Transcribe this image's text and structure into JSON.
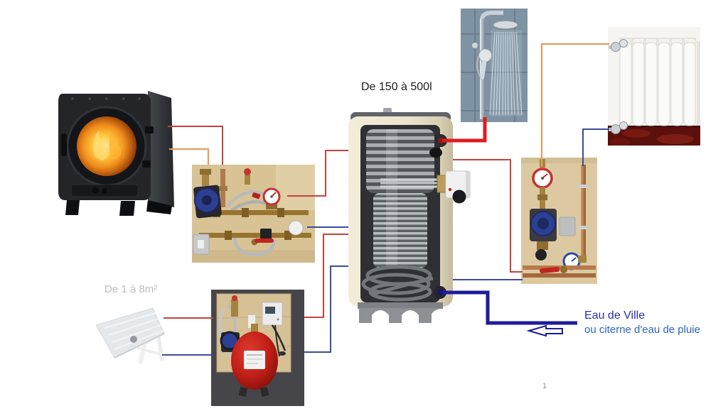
{
  "labels": {
    "tank_capacity": "De 150 à 500l",
    "solar_panel_area": "De 1 à 8m²",
    "water_supply_title": "Eau de Ville",
    "water_supply_subtitle": "ou citerne d'eau de pluie",
    "page_number": "1"
  },
  "colors": {
    "line_red_thin": "#c2443c",
    "line_red_thick": "#e01b20",
    "line_orange": "#e69a5c",
    "line_blue_thin": "#3d4b9e",
    "line_blue_thick": "#1c1c9c",
    "text_water_title": "#2a2fa6",
    "text_water_subtitle": "#2c63c0",
    "text_tank_label": "#1c1c1c",
    "text_panel_label": "#b9bcbe",
    "text_page_number": "#8f8f8f"
  },
  "components": [
    "wood-stove",
    "pump-group-left",
    "buffer-tank",
    "electric-heater",
    "shower",
    "radiator",
    "pump-group-right",
    "solar-station-expansion-vessel",
    "solar-panel",
    "water-supply-arrow"
  ]
}
